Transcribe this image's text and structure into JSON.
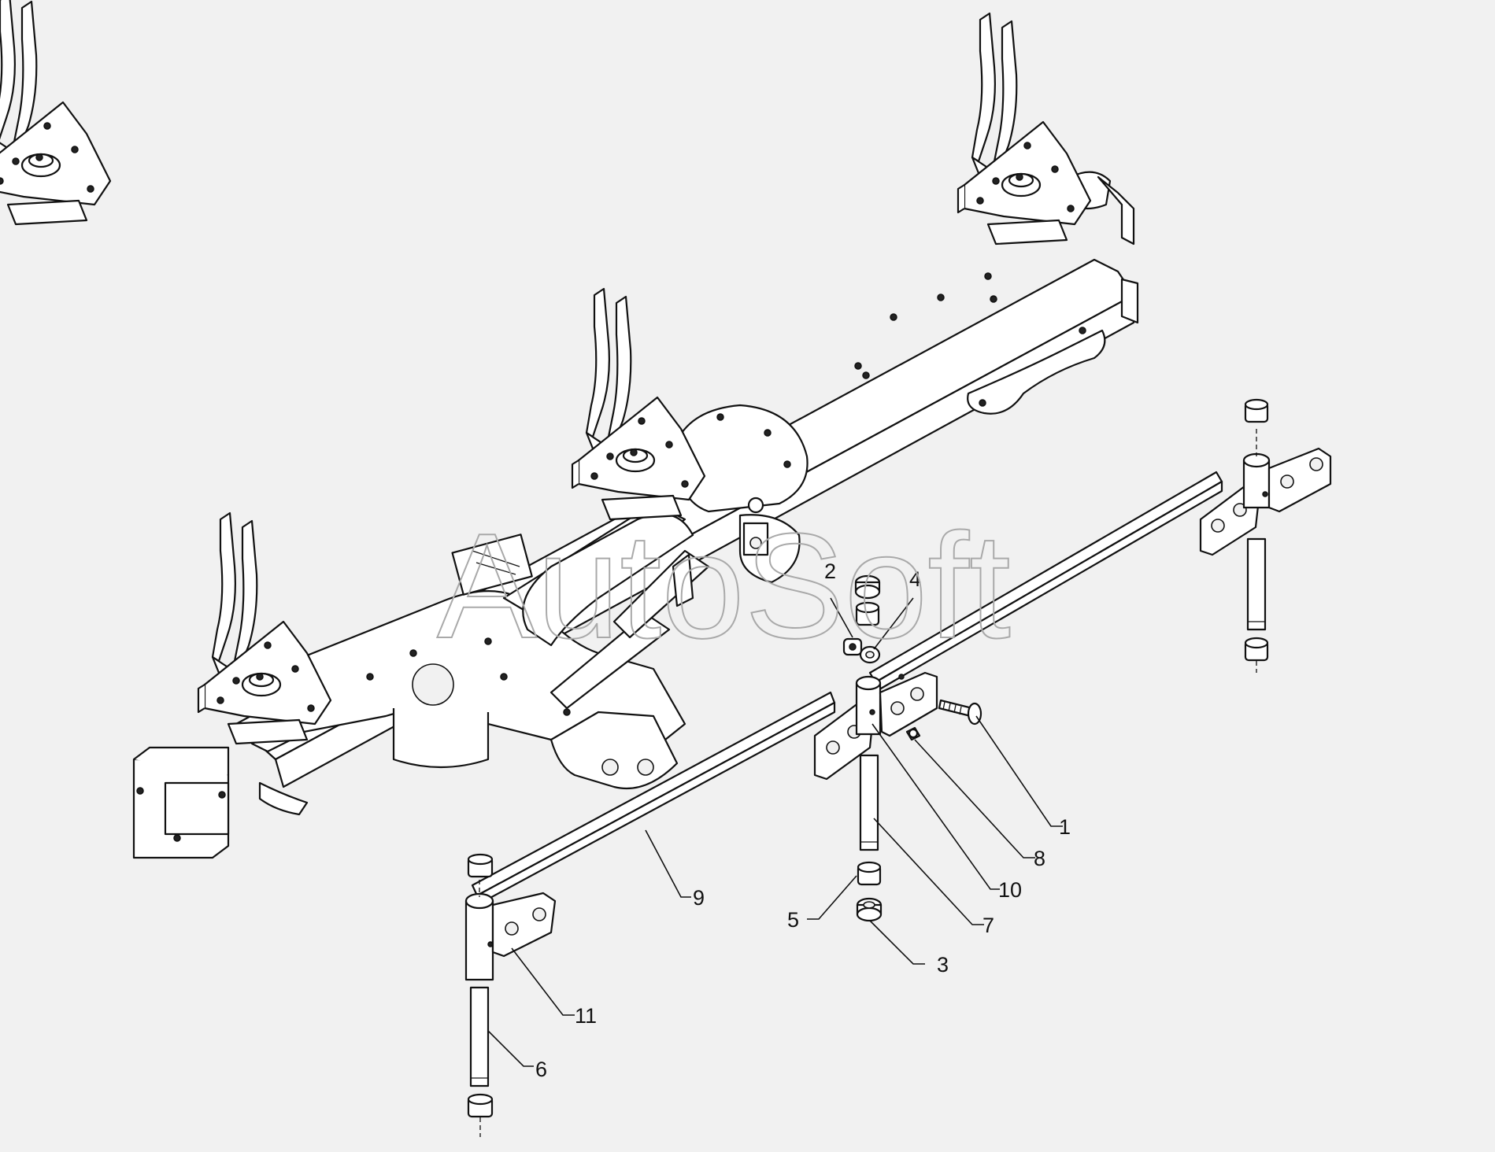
{
  "watermark": "AutoSoft",
  "callouts": {
    "c1": "1",
    "c2": "2",
    "c3": "3",
    "c4": "4",
    "c5": "5",
    "c6": "6",
    "c7": "7",
    "c8": "8",
    "c9": "9",
    "c10": "10",
    "c11": "11"
  },
  "colors": {
    "background": "#f1f1f1",
    "line": "#111111",
    "watermark": "#a9a9a9"
  }
}
